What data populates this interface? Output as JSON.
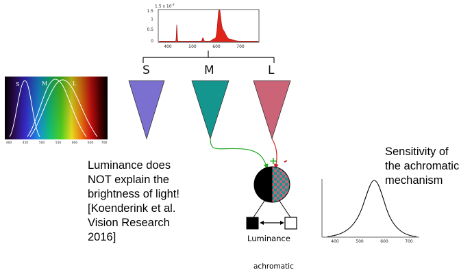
{
  "cones": [
    {
      "label": "S",
      "color": "#7b6fd0"
    },
    {
      "label": "M",
      "color": "#14968e"
    },
    {
      "label": "L",
      "color": "#cc6478"
    }
  ],
  "spectrum_image": {
    "curve_labels": [
      "S",
      "M",
      "L"
    ],
    "ticks": [
      "400",
      "450",
      "500",
      "550",
      "600",
      "650",
      "700"
    ]
  },
  "emission_plot": {
    "exponent_label": "1.5 x 10",
    "exponent_power": "-3",
    "y_ticks": [
      "1.5",
      "1",
      "0.5",
      "0"
    ],
    "x_ticks": [
      "400",
      "500",
      "600",
      "700"
    ],
    "fill_color": "#e0241a"
  },
  "signs": {
    "plus": "+",
    "minus": "-",
    "plus_color": "#22aa22",
    "minus_color": "#cc2222"
  },
  "left_text": "Luminance does\nNOT explain the\nbrightness of light!\n[Koenderink et al.\nVision Research\n2016]",
  "right_title": "Sensitivity of\nthe achromatic\nmechanism",
  "luminance_label": "Luminance",
  "achromatic_label": "achromatic",
  "sensitivity_plot": {
    "x_ticks": [
      "400",
      "500",
      "600",
      "700"
    ]
  }
}
